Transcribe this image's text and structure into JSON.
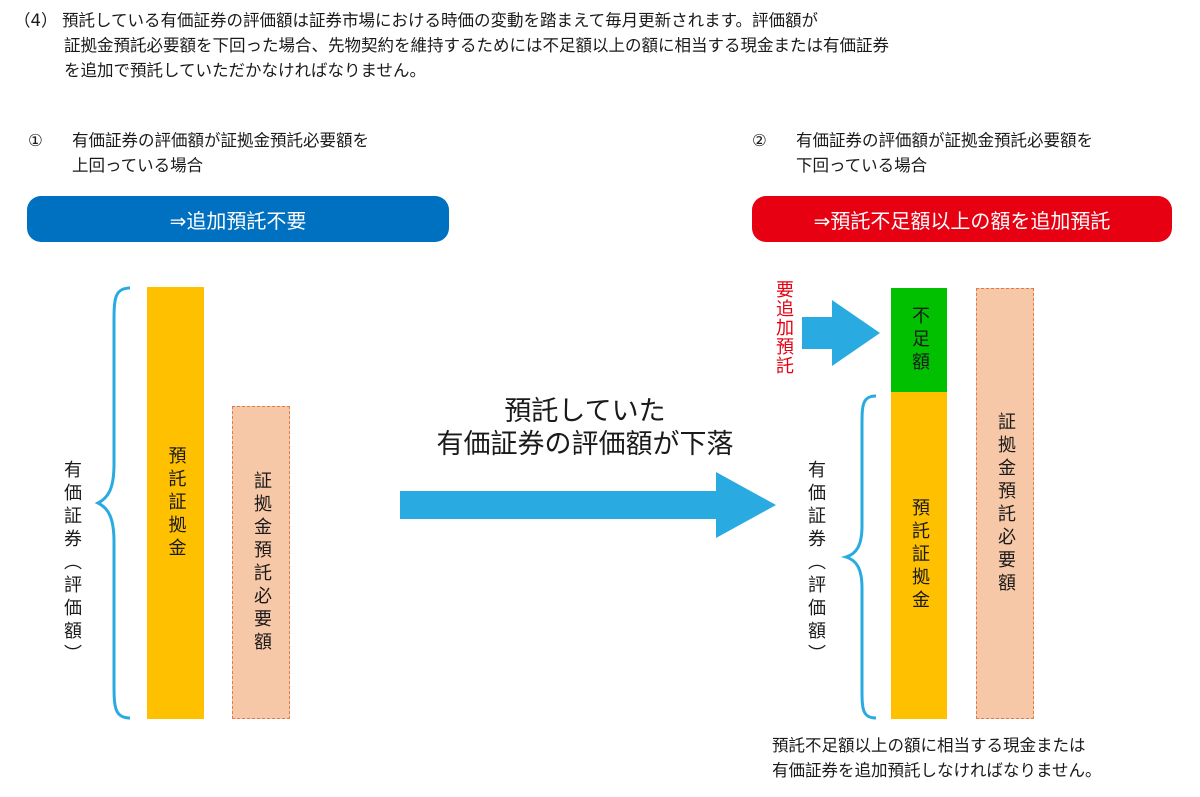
{
  "intro": {
    "number": "（4）",
    "lines": [
      "預託している有価証券の評価額は証券市場における時価の変動を踏まえて毎月更新されます。評価額が",
      "証拠金預託必要額を下回った場合、先物契約を維持するためには不足額以上の額に相当する現金または有価証券",
      "を追加で預託していただかなければなりません。"
    ]
  },
  "case1": {
    "number": "①",
    "line1": "有価証券の評価額が証拠金預託必要額を",
    "line2": "上回っている場合",
    "pill": "⇒追加預託不要",
    "brace_label_main": "有価証券",
    "brace_label_sub": "（評価額）",
    "bar_deposit": "預託証拠金",
    "bar_required": "証拠金預託必要額"
  },
  "middle": {
    "line1": "預託していた",
    "line2": "有価証券の評価額が下落"
  },
  "case2": {
    "number": "②",
    "line1": "有価証券の評価額が証拠金預託必要額を",
    "line2": "下回っている場合",
    "pill": "⇒預託不足額以上の額を追加預託",
    "additional_label": "要追加預託",
    "shortfall_label": "不足額",
    "brace_label_main": "有価証券",
    "brace_label_sub": "（評価額）",
    "bar_deposit": "預託証拠金",
    "bar_required": "証拠金預託必要額",
    "note_line1": "預託不足額以上の額に相当する現金または",
    "note_line2": "有価証券を追加預託しなければなりません。"
  },
  "colors": {
    "blue_pill": "#0070c0",
    "red_pill": "#e60012",
    "arrow": "#29abe2",
    "brace": "#29abe2",
    "deposit_bar": "#ffc000",
    "required_bar": "#f7c8a8",
    "shortfall_bar": "#00c000",
    "required_label": "#e60012"
  }
}
